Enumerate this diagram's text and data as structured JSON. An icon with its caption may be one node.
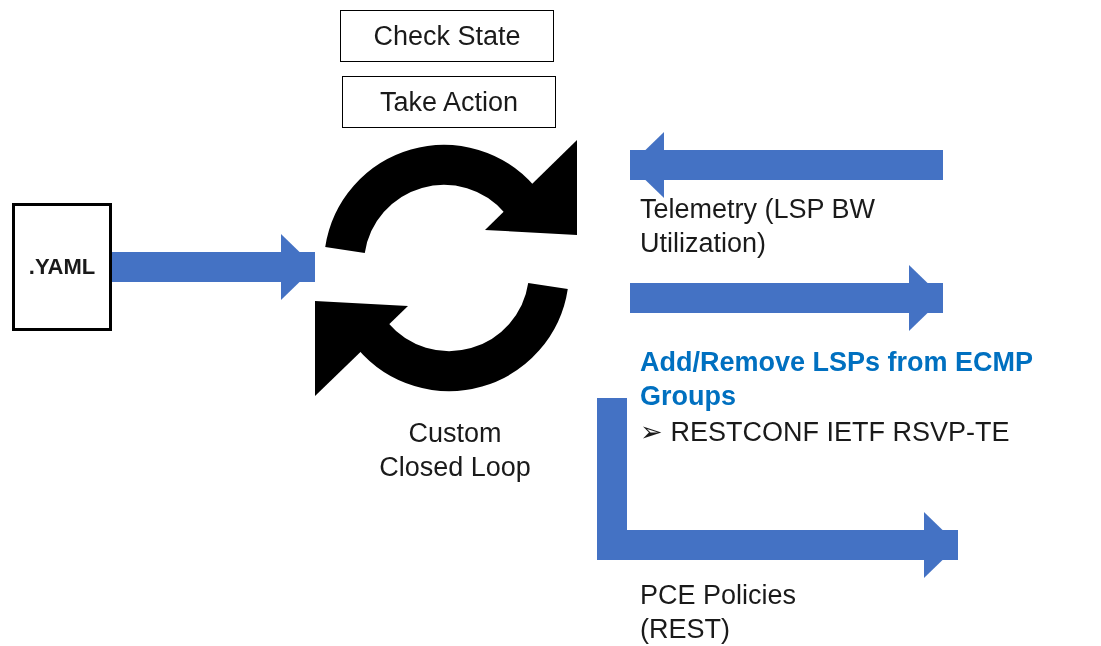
{
  "diagram": {
    "nodes": [
      {
        "text": [
          ".YAML"
        ]
      },
      {
        "text": [
          "Check State"
        ]
      },
      {
        "text": [
          "Take Action"
        ]
      },
      {
        "text": [],
        "shape": "circle",
        "beside": [
          "Custom Closed Loop"
        ]
      }
    ],
    "edges": [
      {
        "from": 0,
        "to": 3,
        "arrow": "to"
      },
      {
        "from": null,
        "to": 3,
        "arrow": "to",
        "label": "Telemetry (LSP BW Utilization)"
      },
      {
        "from": 3,
        "to": null,
        "arrow": "to",
        "label": "Add/Remove LSPs from ECMP Groups"
      },
      {
        "from": 3,
        "to": null,
        "arrow": "to",
        "label": "PCE Policies (REST)"
      }
    ],
    "labels": [
      "➢ RESTCONF IETF RSVP-TE"
    ]
  }
}
